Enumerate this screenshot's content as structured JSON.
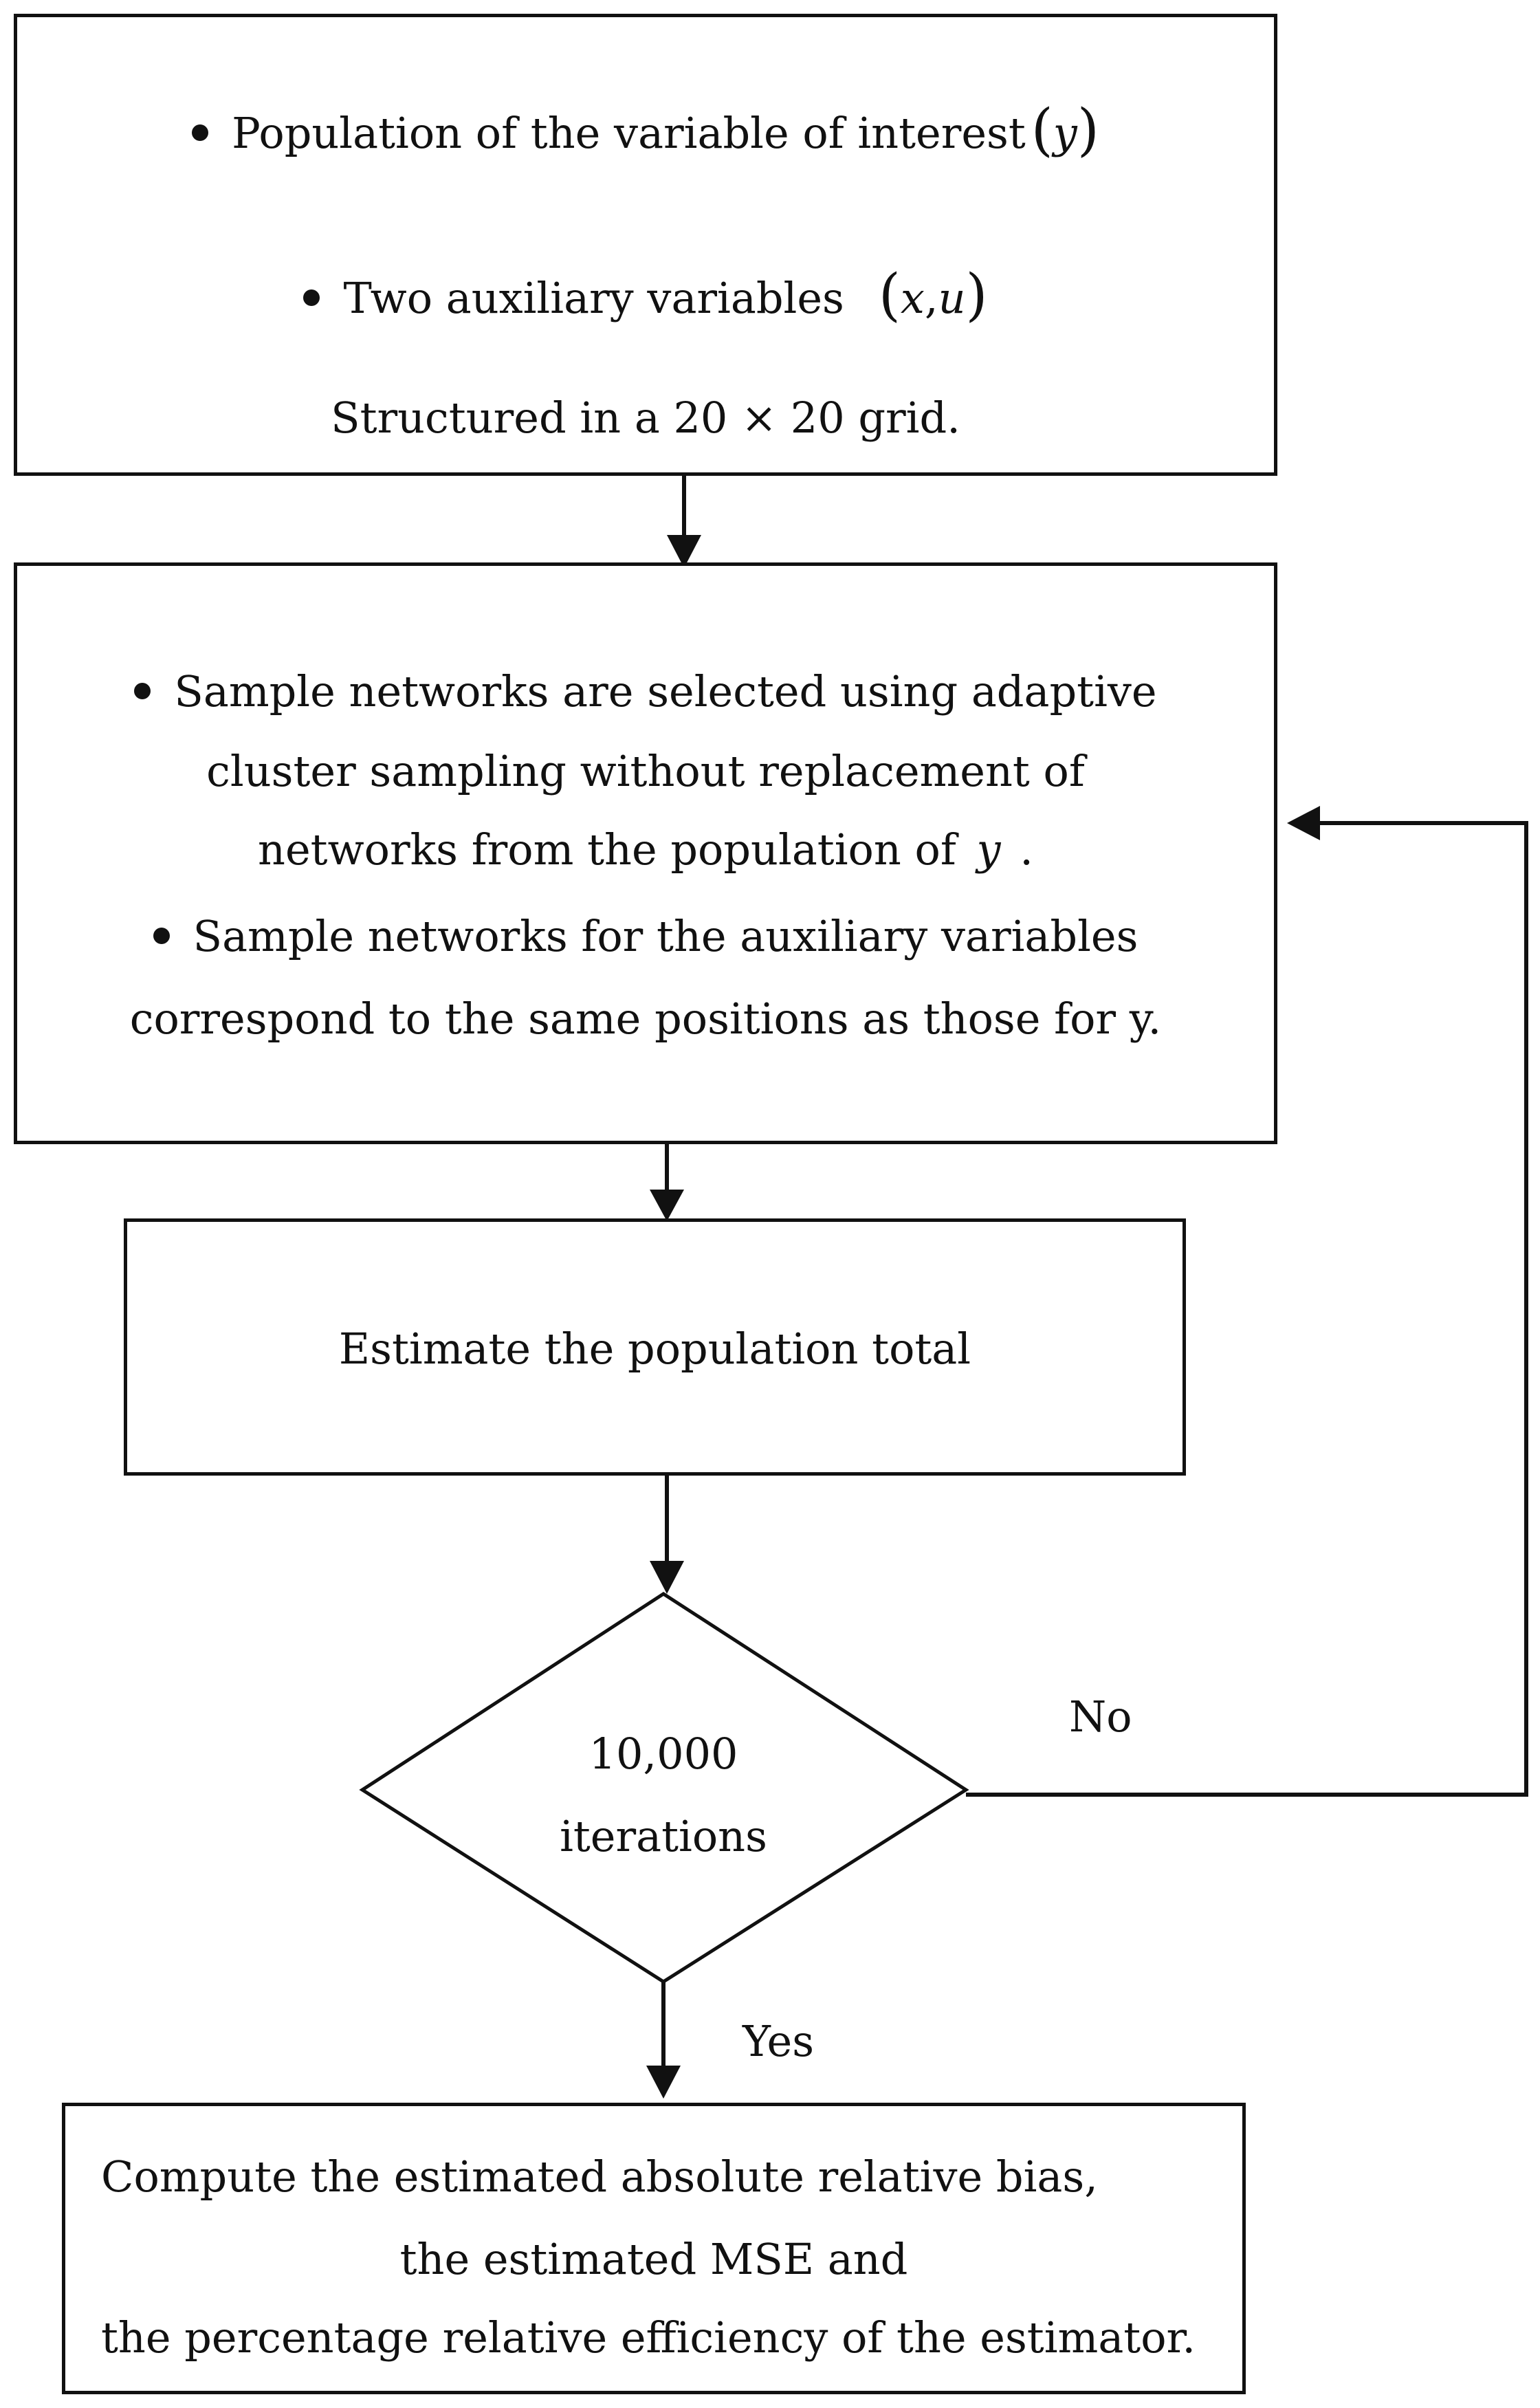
{
  "box1": {
    "bullet1_text": "Population of the variable of interest",
    "bullet1_var": "y",
    "bullet2_text": "Two auxiliary variables",
    "bullet2_var1": "x",
    "bullet2_sep": ",",
    "bullet2_var2": "u",
    "line3": "Structured in a 20 × 20 grid."
  },
  "box2": {
    "bullet1_line1": "Sample networks are selected using adaptive",
    "bullet1_line2": "cluster sampling without replacement of",
    "bullet1_line3_text": "networks from the population of",
    "bullet1_line3_var": "y",
    "bullet1_line3_end": ".",
    "bullet2_line1": "Sample networks for the auxiliary variables",
    "bullet2_line2": "correspond to the same positions as those for y."
  },
  "box3": {
    "text": "Estimate the population total"
  },
  "decision": {
    "line1": "10,000",
    "line2": "iterations",
    "no_label": "No",
    "yes_label": "Yes"
  },
  "box4": {
    "line1": "Compute the estimated absolute relative bias,",
    "line2": "the estimated MSE and",
    "line3": "the percentage relative efficiency of the estimator."
  }
}
